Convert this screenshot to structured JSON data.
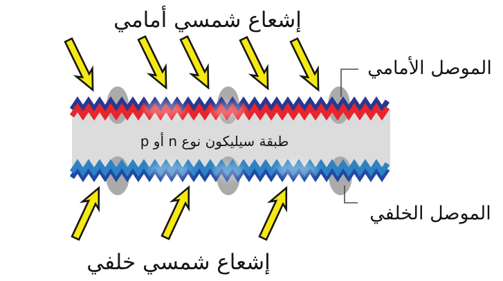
{
  "diagram": {
    "front_radiation_label": "إشعاع شمسي أمامي",
    "back_radiation_label": "إشعاع شمسي خلفي",
    "silicon_layer_label": "طبقة سيليكون نوع n أو p",
    "front_conductor_label": "الموصل الأمامي",
    "back_conductor_label": "الموصل الخلفي",
    "front_ray_count": 5,
    "back_ray_count": 3,
    "front_contact_count": 3,
    "back_contact_count": 3,
    "colors": {
      "background": "#ffffff",
      "ray_fill": "#f5e813",
      "ray_outline": "#151515",
      "front_zigzag_blue": "#29388e",
      "front_zigzag_red": "#e8242c",
      "back_zigzag_light_blue": "#2e82c4",
      "back_zigzag_dark_blue": "#1f4aa3",
      "silicon_body": "#dcdcdc",
      "contact": "#ababab",
      "pointer_line": "#4a4a4a",
      "text": "#141414"
    }
  }
}
